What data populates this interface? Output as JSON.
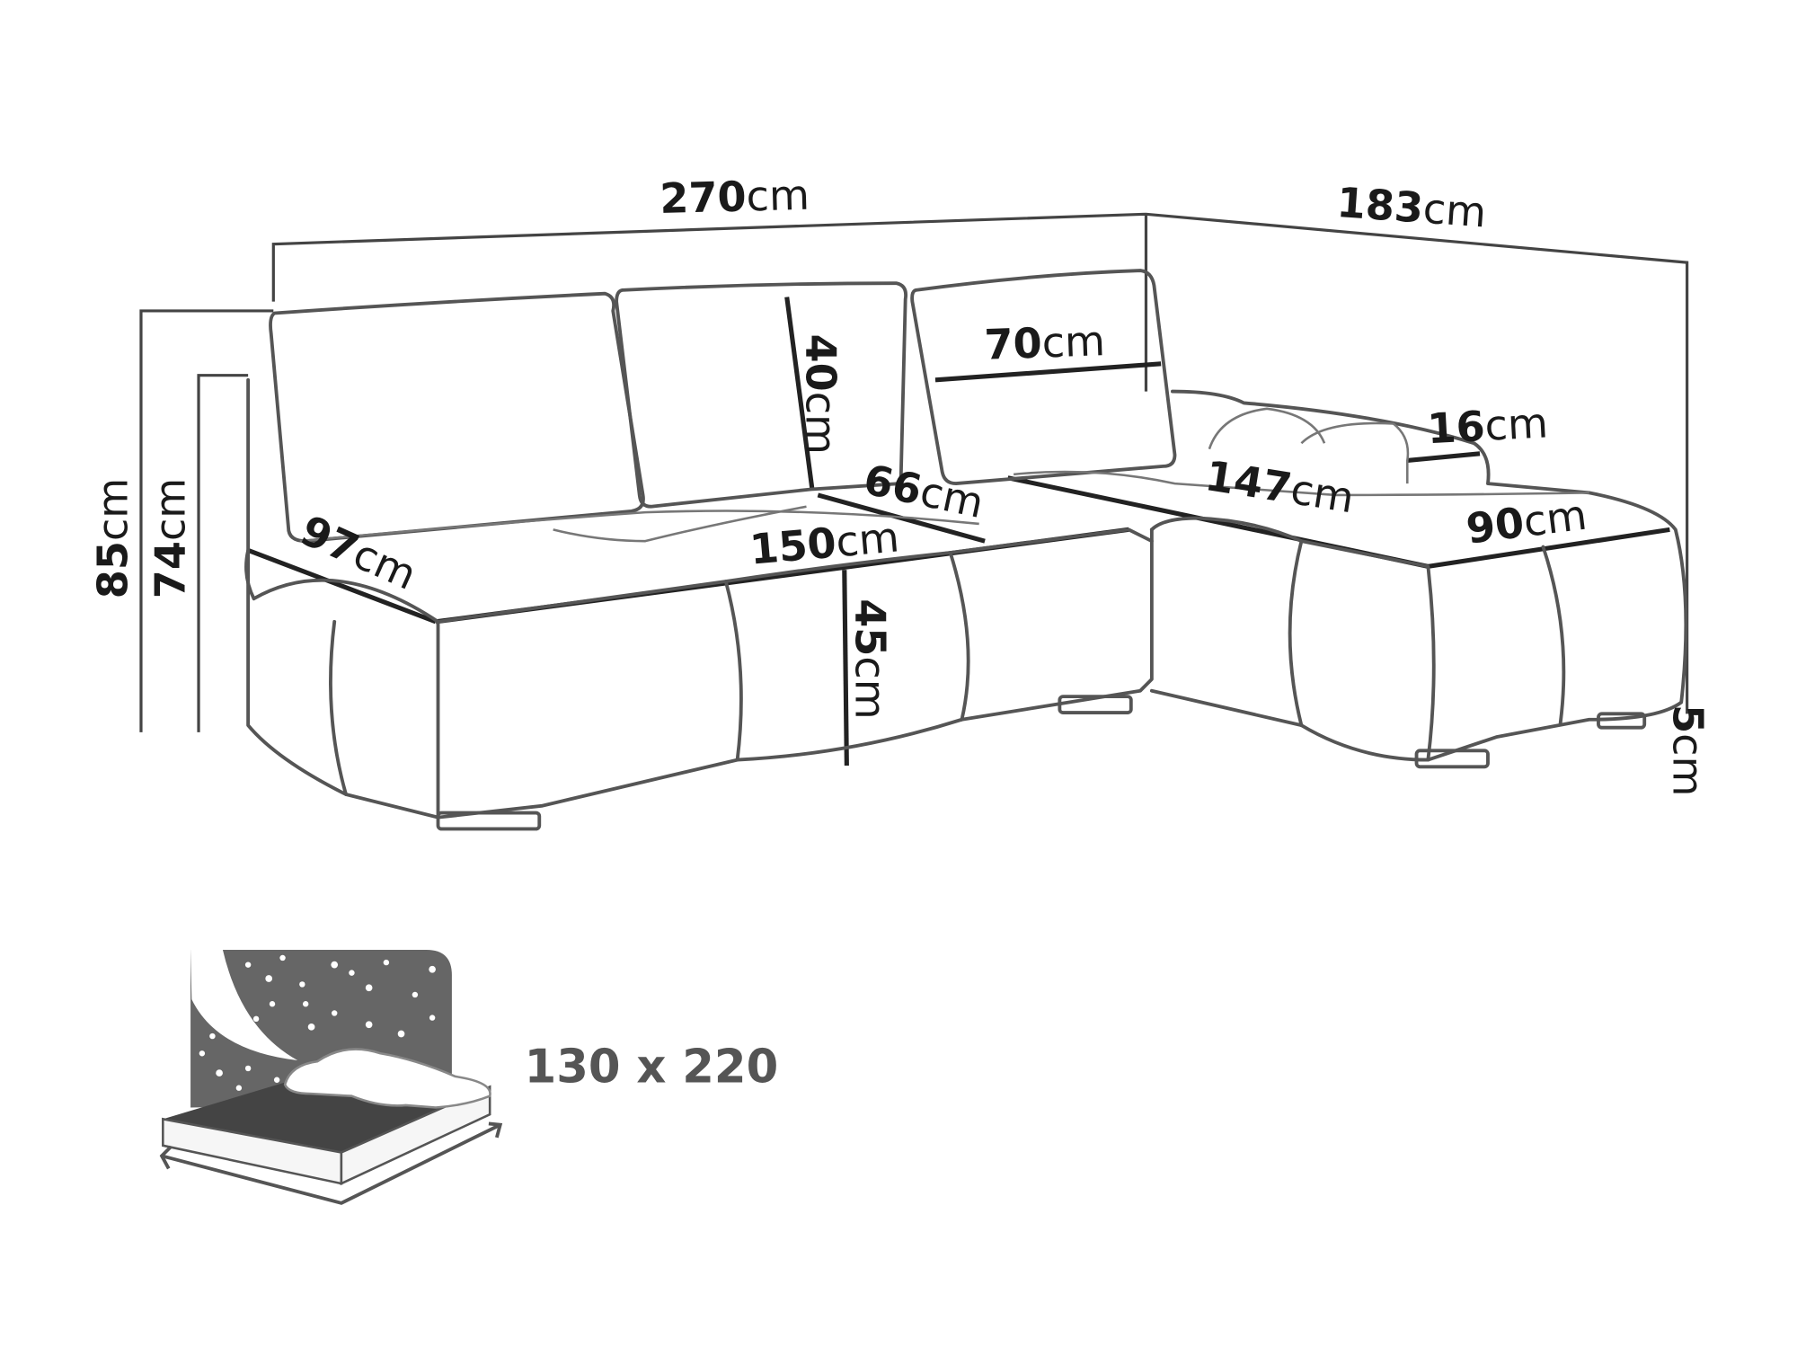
{
  "dimensions": {
    "total_width": {
      "value": "270",
      "unit": "cm"
    },
    "chaise_length": {
      "value": "183",
      "unit": "cm"
    },
    "total_height": {
      "value": "85",
      "unit": "cm"
    },
    "back_height": {
      "value": "74",
      "unit": "cm"
    },
    "cushion_height": {
      "value": "40",
      "unit": "cm"
    },
    "cushion_width": {
      "value": "70",
      "unit": "cm"
    },
    "armrest_width": {
      "value": "16",
      "unit": "cm"
    },
    "seat_depth_middle": {
      "value": "66",
      "unit": "cm"
    },
    "chaise_seat_length": {
      "value": "147",
      "unit": "cm"
    },
    "seat_depth": {
      "value": "97",
      "unit": "cm"
    },
    "seat_width": {
      "value": "150",
      "unit": "cm"
    },
    "chaise_width": {
      "value": "90",
      "unit": "cm"
    },
    "seat_height": {
      "value": "45",
      "unit": "cm"
    },
    "leg_height": {
      "value": "5",
      "unit": "cm"
    }
  },
  "sleeping_area": {
    "label": "130 x 220",
    "icon": "bed-icon"
  },
  "colors": {
    "line": "#555555",
    "icon_fill": "#666666"
  }
}
